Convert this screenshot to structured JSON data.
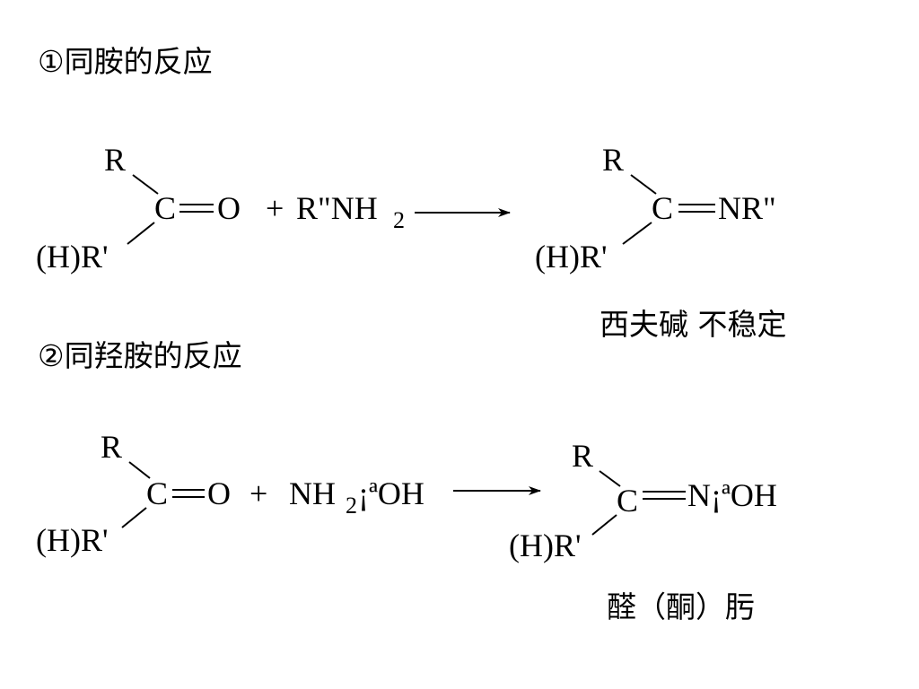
{
  "reaction1": {
    "heading": "①同胺的反应",
    "reactant": {
      "R": "R",
      "C": "C",
      "O": "O",
      "R2": "(H)R'"
    },
    "plus": "+",
    "reagent": {
      "main": "R\"NH",
      "sub": "2"
    },
    "product": {
      "R": "R",
      "C": "C",
      "group": "NR\"",
      "R2": "(H)R'"
    },
    "caption": "西夫碱  不稳定"
  },
  "reaction2": {
    "heading": "②同羟胺的反应",
    "reactant": {
      "R": "R",
      "C": "C",
      "O": "O",
      "R2": "(H)R'"
    },
    "plus": "+",
    "reagent": {
      "main": "NH",
      "sub": "2",
      "rest": "¡ªOH"
    },
    "product": {
      "R": "R",
      "C": "C",
      "group": "N¡ªOH",
      "R2": "(H)R'"
    },
    "caption": "醛（酮）肟"
  }
}
